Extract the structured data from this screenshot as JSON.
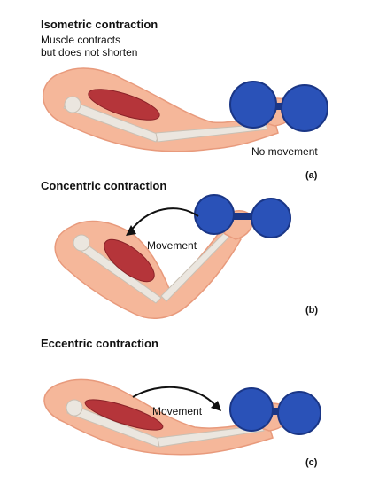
{
  "panels": {
    "a": {
      "title": "Isometric contraction",
      "subtitle_line1": "Muscle contracts",
      "subtitle_line2": "but does not shorten",
      "note": "No movement",
      "label": "(a)"
    },
    "b": {
      "title": "Concentric contraction",
      "note": "Movement",
      "label": "(b)"
    },
    "c": {
      "title": "Eccentric contraction",
      "note": "Movement",
      "label": "(c)"
    }
  },
  "colors": {
    "skin": "#f5b79a",
    "skin_shadow": "#e89a7c",
    "muscle": "#b5353a",
    "bone": "#ebe6df",
    "weight": "#2a52b8",
    "weight_dark": "#1a3686",
    "arrow": "#111111"
  }
}
